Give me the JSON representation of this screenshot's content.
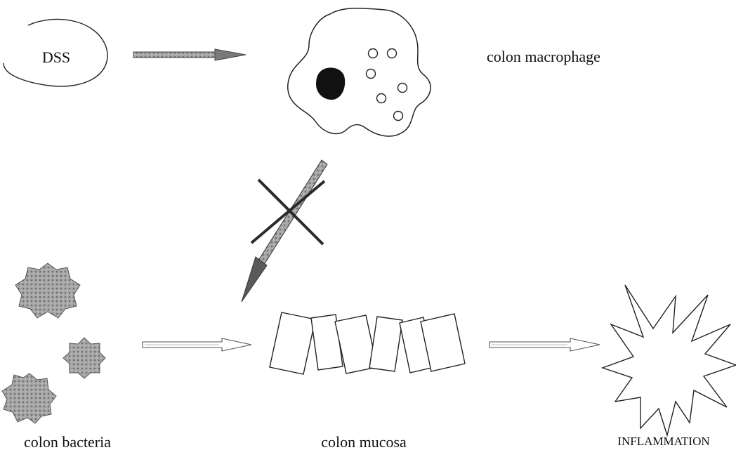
{
  "labels": {
    "dss": "DSS",
    "macrophage": "colon macrophage",
    "bacteria": "colon bacteria",
    "mucosa": "colon mucosa",
    "inflammation": "INFLAMMATION"
  },
  "colors": {
    "line": "#222222",
    "bacteria_fill": "#9a9a9a",
    "nucleus": "#111111",
    "gray_arrow": "#6e6e6e",
    "cross": "#2a2a2a"
  },
  "icons": {
    "dss": "ellipse",
    "macrophage": "amoeboid-cell",
    "bacteria": "star-octagon",
    "mucosa": "tilted-rectangles",
    "inflammation": "starburst",
    "blocked": "x-mark"
  }
}
